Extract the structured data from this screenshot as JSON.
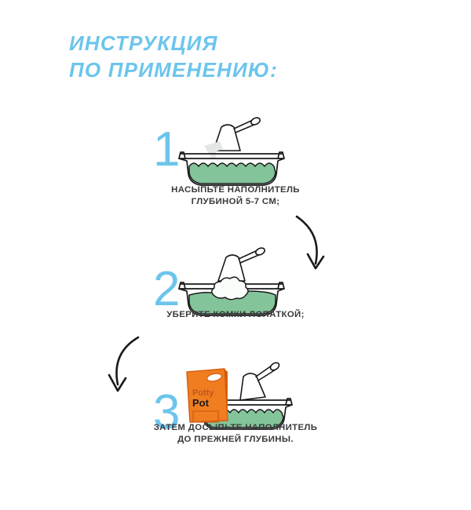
{
  "page": {
    "background_color": "#ffffff",
    "accent_blue": "#6cc5ec",
    "litter_green": "#84c49a",
    "bag_orange": "#f07d20",
    "caption_color": "#3a3a3c",
    "outline_color": "#1a1a1a"
  },
  "header": {
    "title": "ИНСТРУКЦИЯ\nПО ПРИМЕНЕНИЮ:"
  },
  "steps": [
    {
      "number": "1",
      "caption": "НАСЫПЬТЕ НАПОЛНИТЕЛЬ\nГЛУБИНОЙ 5-7 СМ;",
      "icons": [
        "litter-tray-icon",
        "scoop-icon",
        "pouring-stream-icon"
      ]
    },
    {
      "number": "2",
      "caption": "УБЕРИТЕ КОМКИ ЛОПАТКОЙ;",
      "icons": [
        "litter-tray-icon",
        "scoop-icon",
        "clump-icon"
      ]
    },
    {
      "number": "3",
      "caption": "ЗАТЕМ ДОСЫПЬТЕ НАПОЛНИТЕЛЬ\nДО ПРЕЖНЕЙ ГЛУБИНЫ.",
      "icons": [
        "litter-bag-icon",
        "litter-tray-icon",
        "scoop-icon"
      ],
      "bag": {
        "brand_line_1": "Potty",
        "brand_line_2": "Pot"
      }
    }
  ],
  "arrows": [
    {
      "name": "curved-arrow-step1-to-step2"
    },
    {
      "name": "curved-arrow-step2-to-step3"
    }
  ]
}
